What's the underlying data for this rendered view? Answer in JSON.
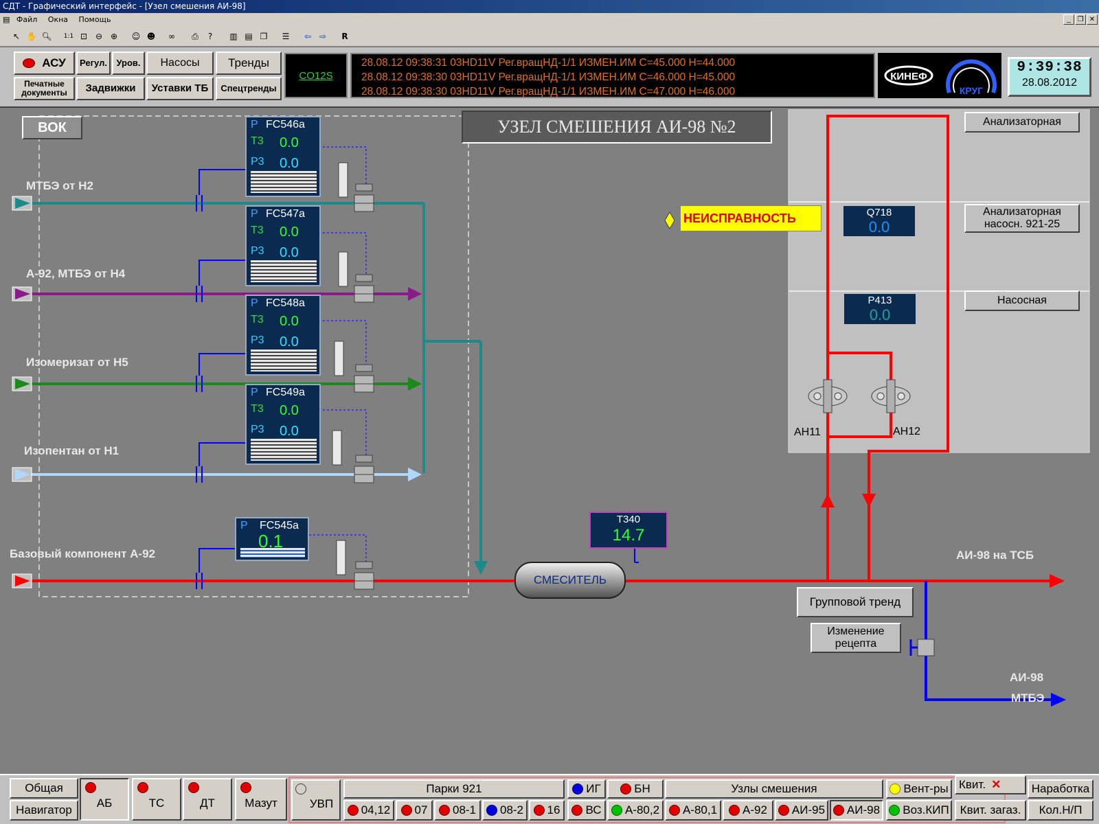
{
  "window": {
    "title": "СДТ - Графический интерфейс - [Узел смешения АИ-98]",
    "menu": [
      "Файл",
      "Окна",
      "Помощь"
    ],
    "controls": [
      "_",
      "❐",
      "✕"
    ]
  },
  "toolbar": {
    "r_label": "R"
  },
  "top_nav": {
    "asu": "АСУ",
    "regul": "Регул.",
    "urov": "Уров.",
    "nasosy": "Насосы",
    "trendy": "Тренды",
    "pechatnye": "Печатные документы",
    "zadvizhki": "Задвижки",
    "ustavki": "Уставки ТБ",
    "spectrendy": "Спецтренды",
    "code": "CO12S"
  },
  "events": [
    "28.08.12 09:38:31  03HD11V Рег.вращНД-1/1 ИЗМЕН.ИМ   С=45.000 Н=44.000",
    "28.08.12 09:38:30  03HD11V Рег.вращНД-1/1 ИЗМЕН.ИМ   С=46.000 Н=45.000",
    "28.08.12 09:38:30  03HD11V Рег.вращНД-1/1 ИЗМЕН.ИМ   С=47.000 Н=46.000"
  ],
  "logos": {
    "kinef": "КИНЕФ",
    "krug": "КРУГ"
  },
  "clock": {
    "time": "9:39:38",
    "date": "28.08.2012"
  },
  "scheme": {
    "title": "УЗЕЛ СМЕШЕНИЯ АИ-98 №2",
    "vok": "ВОК",
    "fault": "НЕИСПРАВНОСТЬ",
    "sources": [
      "МТБЭ от Н2",
      "А-92, МТБЭ от Н4",
      "Изомеризат от Н5",
      "Изопентан от Н1",
      "Базовый компонент А-92"
    ],
    "controllers": [
      {
        "p": "P",
        "name": "FC546a",
        "t_label": "Т3",
        "t": "0.0",
        "p_label": "Р3",
        "pv": "0.0"
      },
      {
        "p": "P",
        "name": "FC547a",
        "t_label": "Т3",
        "t": "0.0",
        "p_label": "Р3",
        "pv": "0.0"
      },
      {
        "p": "P",
        "name": "FC548a",
        "t_label": "Т3",
        "t": "0.0",
        "p_label": "Р3",
        "pv": "0.0"
      },
      {
        "p": "P",
        "name": "FC549a",
        "t_label": "Т3",
        "t": "0.0",
        "p_label": "Р3",
        "pv": "0.0"
      }
    ],
    "fc545": {
      "p": "P",
      "name": "FC545a",
      "value": "0.1"
    },
    "t340": {
      "name": "T340",
      "value": "14.7"
    },
    "q718": {
      "name": "Q718",
      "value": "0.0"
    },
    "p413": {
      "name": "P413",
      "value": "0.0"
    },
    "mixer": "СМЕСИТЕЛЬ",
    "rooms": [
      "Анализаторная",
      "Анализаторная насосн. 921-25",
      "Насосная"
    ],
    "pumps": [
      "АН11",
      "АН12"
    ],
    "out_tsb": "АИ-98 на ТСБ",
    "out_ai98": "АИ-98",
    "out_mtbe": "МТБЭ",
    "group_trend": "Групповой тренд",
    "recipe": "Изменение рецепта"
  },
  "bottom": {
    "obshaya": "Общая",
    "navigator": "Навигатор",
    "ab": "АБ",
    "ts": "ТС",
    "dt": "ДТ",
    "mazut": "Мазут",
    "uvp": "УВП",
    "parki": "Парки 921",
    "p0412": "04,12",
    "p07": "07",
    "p081": "08-1",
    "p082": "08-2",
    "p16": "16",
    "ig": "ИГ",
    "bn": "БН",
    "vs": "ВС",
    "a802": "А-80,2",
    "uzly": "Узлы смешения",
    "a801": "А-80,1",
    "a92": "А-92",
    "ai95": "АИ-95",
    "ai98": "АИ-98",
    "ventry": "Вент-ры",
    "kvit": "Квит.",
    "narabotka": "Наработка",
    "vozkip": "Воз.КИП",
    "kvitzagaz": "Квит. загаз.",
    "kolnp": "Кол.Н/П"
  },
  "colors": {
    "pipe_red": "#ff0000",
    "pipe_teal": "#1a8a8a",
    "pipe_purple": "#8a1a8a",
    "pipe_green": "#1a8a1a",
    "pipe_lightblue": "#b0d8ff",
    "pipe_blue": "#0000ff",
    "fault_bg": "#ffff00",
    "fault_text": "#e00000"
  }
}
